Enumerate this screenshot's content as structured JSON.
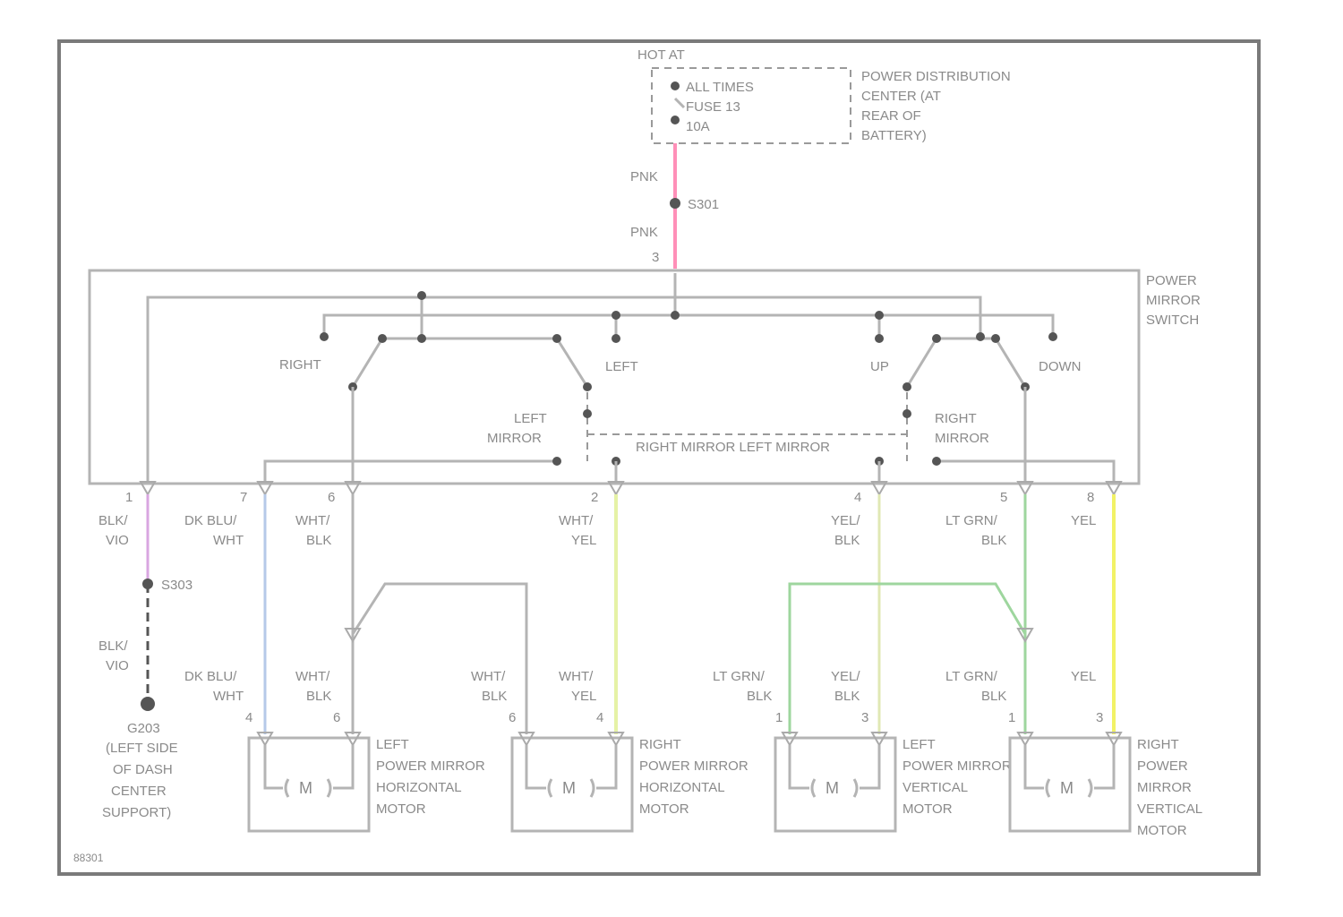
{
  "power": {
    "hot_at": "HOT AT",
    "all_times": "ALL TIMES",
    "fuse": "FUSE 13",
    "amps": "10A",
    "pdc_label": [
      "POWER DISTRIBUTION",
      "CENTER (AT",
      "REAR OF",
      "BATTERY)"
    ],
    "wire_upper": "PNK",
    "splice": "S301",
    "wire_lower": "PNK",
    "pin": "3"
  },
  "switch": {
    "name": [
      "POWER",
      "MIRROR",
      "SWITCH"
    ],
    "right": "RIGHT",
    "left": "LEFT",
    "up": "UP",
    "down": "DOWN",
    "left_mirror": [
      "LEFT",
      "MIRROR"
    ],
    "right_mirror": [
      "RIGHT",
      "MIRROR"
    ],
    "center": "RIGHT MIRROR LEFT MIRROR"
  },
  "connector_pins": [
    {
      "pin": "1",
      "wire": [
        "BLK/",
        "VIO"
      ]
    },
    {
      "pin": "7",
      "wire": [
        "DK BLU/",
        "WHT"
      ]
    },
    {
      "pin": "6",
      "wire": [
        "WHT/",
        "BLK"
      ]
    },
    {
      "pin": "2",
      "wire": [
        "WHT/",
        "YEL"
      ]
    },
    {
      "pin": "4",
      "wire": [
        "YEL/",
        "BLK"
      ]
    },
    {
      "pin": "5",
      "wire": [
        "LT GRN/",
        "BLK"
      ]
    },
    {
      "pin": "8",
      "wire": [
        "YEL"
      ]
    }
  ],
  "ground": {
    "splice": "S303",
    "wire": [
      "BLK/",
      "VIO"
    ],
    "label": [
      "G203",
      "(LEFT SIDE",
      "OF DASH",
      "CENTER",
      "SUPPORT)"
    ]
  },
  "motor_wires": [
    [
      "DK BLU/",
      "WHT"
    ],
    [
      "WHT/",
      "BLK"
    ],
    [
      "WHT/",
      "BLK"
    ],
    [
      "WHT/",
      "YEL"
    ],
    [
      "LT GRN/",
      "BLK"
    ],
    [
      "YEL/",
      "BLK"
    ],
    [
      "LT GRN/",
      "BLK"
    ],
    [
      "YEL"
    ]
  ],
  "motor_pins": [
    "4",
    "6",
    "6",
    "4",
    "1",
    "3",
    "1",
    "3"
  ],
  "motors": [
    {
      "symbol": "M",
      "label": [
        "LEFT",
        "POWER MIRROR",
        "HORIZONTAL",
        "MOTOR"
      ]
    },
    {
      "symbol": "M",
      "label": [
        "RIGHT",
        "POWER MIRROR",
        "HORIZONTAL",
        "MOTOR"
      ]
    },
    {
      "symbol": "M",
      "label": [
        "LEFT",
        "POWER MIRROR",
        "VERTICAL",
        "MOTOR"
      ]
    },
    {
      "symbol": "M",
      "label": [
        "RIGHT",
        "POWER",
        "MIRROR",
        "VERTICAL",
        "MOTOR"
      ]
    }
  ],
  "figure_id": "88301",
  "colors": {
    "pnk": "#ff8fb8",
    "blk_vio": "#d9a6e0",
    "dk_blu_wht": "#b6c9e8",
    "wht_yel": "#e6f2a6",
    "yel_blk": "#e0e8b4",
    "lt_grn_blk": "#9ed69e",
    "yel": "#f2f266",
    "wht_blk": "#b4b4b4"
  }
}
